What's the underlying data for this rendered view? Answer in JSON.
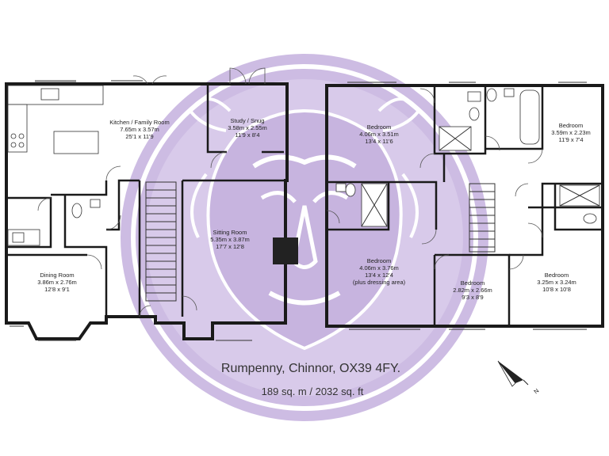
{
  "address": "Rumpenny, Chinnor, OX39 4FY.",
  "area": "189 sq. m  / 2032 sq. ft",
  "compass_letter": "N",
  "watermark_color": "#c8b5e0",
  "rooms": {
    "kitchen": {
      "name": "Kitchen / Family Room",
      "metric": "7.65m x 3.57m",
      "imperial": "25'1 x 11'9"
    },
    "study": {
      "name": "Study / Snug",
      "metric": "3.58m x 2.55m",
      "imperial": "11'9 x 8'4"
    },
    "sitting": {
      "name": "Sitting Room",
      "metric": "5.35m x 3.87m",
      "imperial": "17'7 x 12'8"
    },
    "dining": {
      "name": "Dining Room",
      "metric": "3.86m x 2.76m",
      "imperial": "12'8 x 9'1"
    },
    "bed1": {
      "name": "Bedroom",
      "metric": "4.06m x 3.51m",
      "imperial": "13'4 x 11'6"
    },
    "bed2": {
      "name": "Bedroom",
      "metric": "3.59m x 2.23m",
      "imperial": "11'9 x 7'4"
    },
    "bed3": {
      "name": "Bedroom",
      "metric": "4.06m x 3.76m",
      "imperial": "13'4 x 12'4",
      "note": "(plus dressing area)"
    },
    "bed4": {
      "name": "Bedroom",
      "metric": "2.82m x 2.66m",
      "imperial": "9'3 x 8'9"
    },
    "bed5": {
      "name": "Bedroom",
      "metric": "3.25m x 3.24m",
      "imperial": "10'8 x 10'8"
    }
  }
}
